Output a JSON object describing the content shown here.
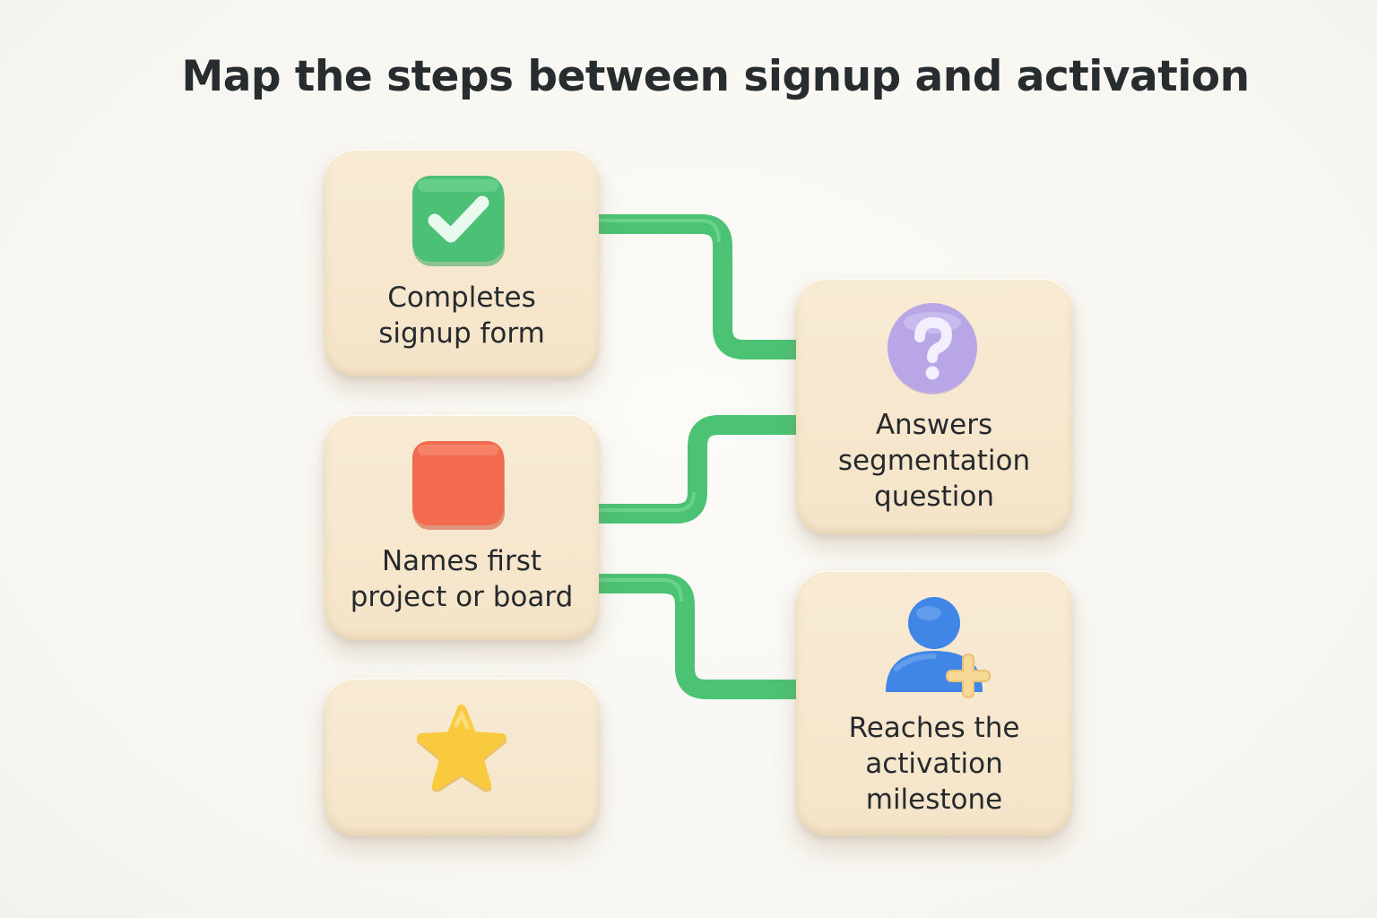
{
  "title": "Map the steps between signup and activation",
  "steps": [
    {
      "id": "signup",
      "label": "Completes\nsignup form",
      "icon": "check-icon",
      "icon_color": "#4cc077"
    },
    {
      "id": "segmentation",
      "label": "Answers\nsegmentation\nquestion",
      "icon": "question-icon",
      "icon_color": "#b8a6e6"
    },
    {
      "id": "project",
      "label": "Names first\nproject or board",
      "icon": "square-icon",
      "icon_color": "#f26a4f"
    },
    {
      "id": "milestone",
      "label": "Reaches the\nactivation\nmilestone",
      "icon": "add-user-icon",
      "icon_color": "#3f86e6"
    },
    {
      "id": "star",
      "label": "",
      "icon": "star-icon",
      "icon_color": "#f9c93e"
    }
  ],
  "connections": [
    {
      "from": "signup",
      "to": "segmentation"
    },
    {
      "from": "project",
      "to": "segmentation"
    },
    {
      "from": "project",
      "to": "milestone"
    }
  ],
  "colors": {
    "connector": "#4cc274",
    "card": "#f6e7cf",
    "text": "#262a2d"
  }
}
